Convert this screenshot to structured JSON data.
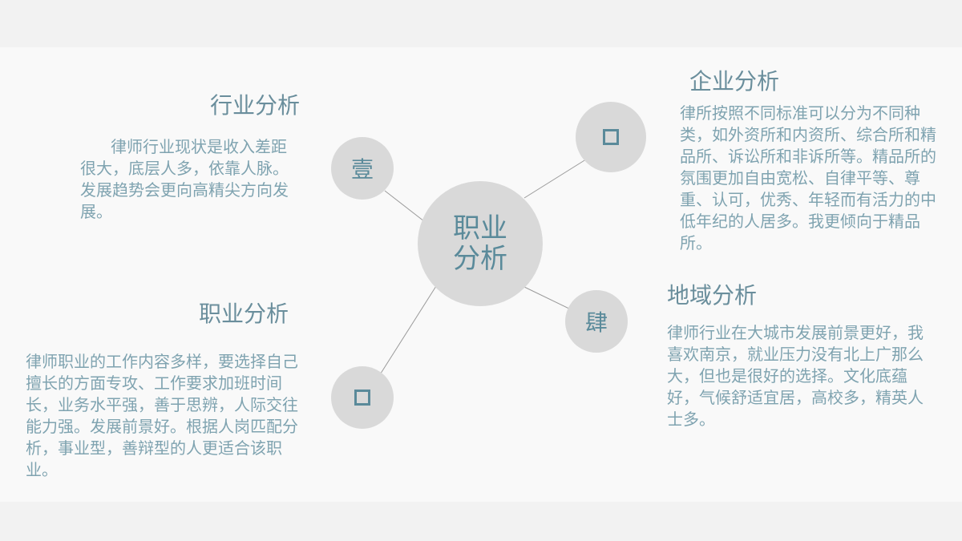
{
  "colors": {
    "background_outer": "#f2f2f2",
    "background_slide": "#f9f9f9",
    "circle_fill": "#d9d9d9",
    "accent_text": "#5a8a9a",
    "connector_line": "#9a9a9a"
  },
  "center": {
    "label_line1": "职业",
    "label_line2": "分析"
  },
  "nodes": [
    {
      "id": "n1",
      "label": "壹",
      "icon": "none"
    },
    {
      "id": "n2",
      "label": "",
      "icon": "square-icon"
    },
    {
      "id": "n3",
      "label": "",
      "icon": "square-icon"
    },
    {
      "id": "n4",
      "label": "肆",
      "icon": "none"
    }
  ],
  "sections": {
    "industry": {
      "title": "行业分析",
      "body": "律师行业现状是收入差距很大，底层人多，依靠人脉。发展趋势会更向高精尖方向发展。"
    },
    "enterprise": {
      "title": "企业分析",
      "body": "律所按照不同标准可以分为不同种类，如外资所和内资所、综合所和精品所、诉讼所和非诉所等。精品所的氛围更加自由宽松、自律平等、尊重、认可，优秀、年轻而有活力的中低年纪的人居多。我更倾向于精品所。"
    },
    "career": {
      "title": "职业分析",
      "body": "律师职业的工作内容多样，要选择自己擅长的方面专攻、工作要求加班时间长，业务水平强，善于思辨，人际交往能力强。发展前景好。根据人岗匹配分析，事业型，善辩型的人更适合该职业。"
    },
    "region": {
      "title": "地域分析",
      "body": "律师行业在大城市发展前景更好，我喜欢南京，就业压力没有北上广那么大，但也是很好的选择。文化底蕴好，气候舒适宜居，高校多，精英人士多。"
    }
  }
}
